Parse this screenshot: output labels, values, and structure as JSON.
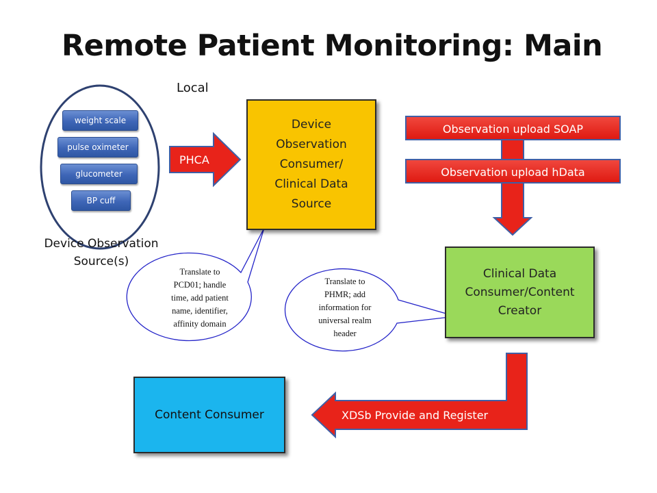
{
  "title": "Remote Patient Monitoring: Main",
  "local_label": "Local",
  "source": {
    "label_line1": "Device Observation",
    "label_line2": "Source(s)",
    "devices": [
      "weight scale",
      "pulse oximeter",
      "glucometer",
      "BP cuff"
    ]
  },
  "phca_label": "PHCA",
  "device_consumer": {
    "lines": [
      "Device",
      "Observation",
      "Consumer/",
      "Clinical Data",
      "Source"
    ]
  },
  "observation_soap": "Observation upload SOAP",
  "observation_hdata": "Observation upload hData",
  "clinical_creator": {
    "lines": [
      "Clinical Data",
      "Consumer/Content",
      "Creator"
    ]
  },
  "callout1": {
    "lines": [
      "Translate to",
      "PCD01; handle",
      "time, add patient",
      "name, identifier,",
      "affinity domain"
    ]
  },
  "callout2": {
    "lines": [
      "Translate to",
      "PHMR; add",
      "information for",
      "universal realm",
      "header"
    ]
  },
  "content_consumer": "Content Consumer",
  "xds_label": "XDSb Provide and Register",
  "colors": {
    "device_consumer": "#f9c400",
    "clinical_creator": "#9ad95a",
    "content_consumer": "#1bb5ee",
    "arrow_red": "#e8231a",
    "device_blue": "#3e66b7",
    "outline_navy": "#2e4170"
  }
}
